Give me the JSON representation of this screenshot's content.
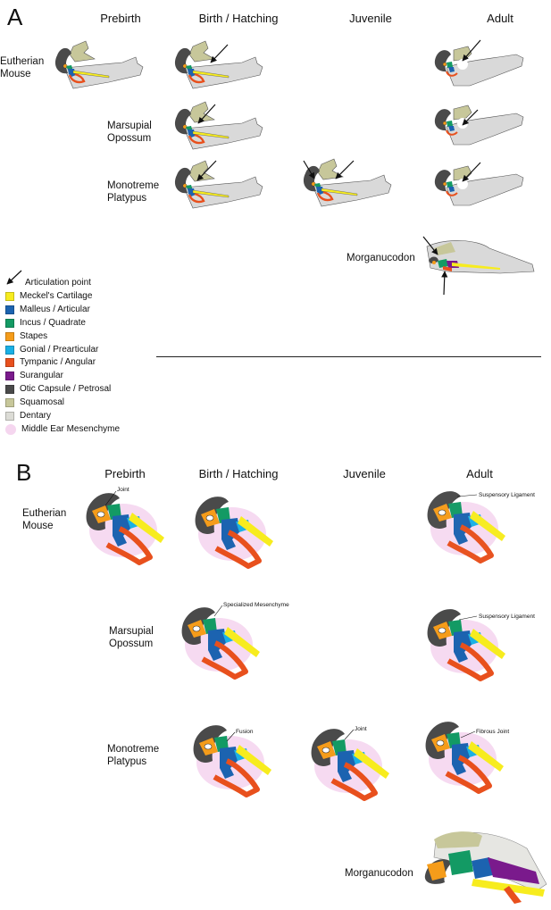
{
  "panelA": {
    "letter": "A",
    "headers": [
      "Prebirth",
      "Birth / Hatching",
      "Juvenile",
      "Adult"
    ],
    "rows": {
      "mouse": [
        "Eutherian",
        "Mouse"
      ],
      "opossum": [
        "Marsupial",
        "Opossum"
      ],
      "platypus": [
        "Monotreme",
        "Platypus"
      ],
      "morgano": "Morganucodon"
    },
    "legend": [
      {
        "label": "Articulation point",
        "kind": "arrow"
      },
      {
        "label": "Meckel's Cartilage",
        "color": "#f7ec1e"
      },
      {
        "label": "Malleus / Articular",
        "color": "#1c63b0"
      },
      {
        "label": "Incus / Quadrate",
        "color": "#139a64"
      },
      {
        "label": "Stapes",
        "color": "#f59c1a"
      },
      {
        "label": "Gonial / Prearticular",
        "color": "#1ab0e5"
      },
      {
        "label": "Tympanic / Angular",
        "color": "#e8501d"
      },
      {
        "label": "Surangular",
        "color": "#7a1a8c"
      },
      {
        "label": "Otic Capsule / Petrosal",
        "color": "#4a4a4a"
      },
      {
        "label": "Squamosal",
        "color": "#c7c79a"
      },
      {
        "label": "Dentary",
        "color": "#dcdcd6"
      },
      {
        "label": "Middle Ear Mesenchyme",
        "color": "#f5d6ef"
      }
    ]
  },
  "panelB": {
    "letter": "B",
    "headers": [
      "Prebirth",
      "Birth / Hatching",
      "Juvenile",
      "Adult"
    ],
    "rows": {
      "mouse": [
        "Eutherian",
        "Mouse"
      ],
      "opossum": [
        "Marsupial",
        "Opossum"
      ],
      "platypus": [
        "Monotreme",
        "Platypus"
      ],
      "morgano": "Morganucodon"
    },
    "notes": {
      "joint1": "Joint",
      "susp1": "Suspensory Ligament",
      "specmes": "Specialized Mesenchyme",
      "susp2": "Suspensory Ligament",
      "fusion": "Fusion",
      "joint2": "Joint",
      "fibrous": "Fibrous Joint"
    }
  },
  "colors": {
    "meckel": "#f7ec1e",
    "malleus": "#1c63b0",
    "incus": "#139a64",
    "stapes": "#f59c1a",
    "gonial": "#1ab0e5",
    "tympanic": "#e8501d",
    "surangular": "#7a1a8c",
    "otic": "#4a4a4a",
    "squamosal": "#c7c79a",
    "dentary": "#d9d9d9",
    "mesenchyme": "#f5d6ef"
  }
}
